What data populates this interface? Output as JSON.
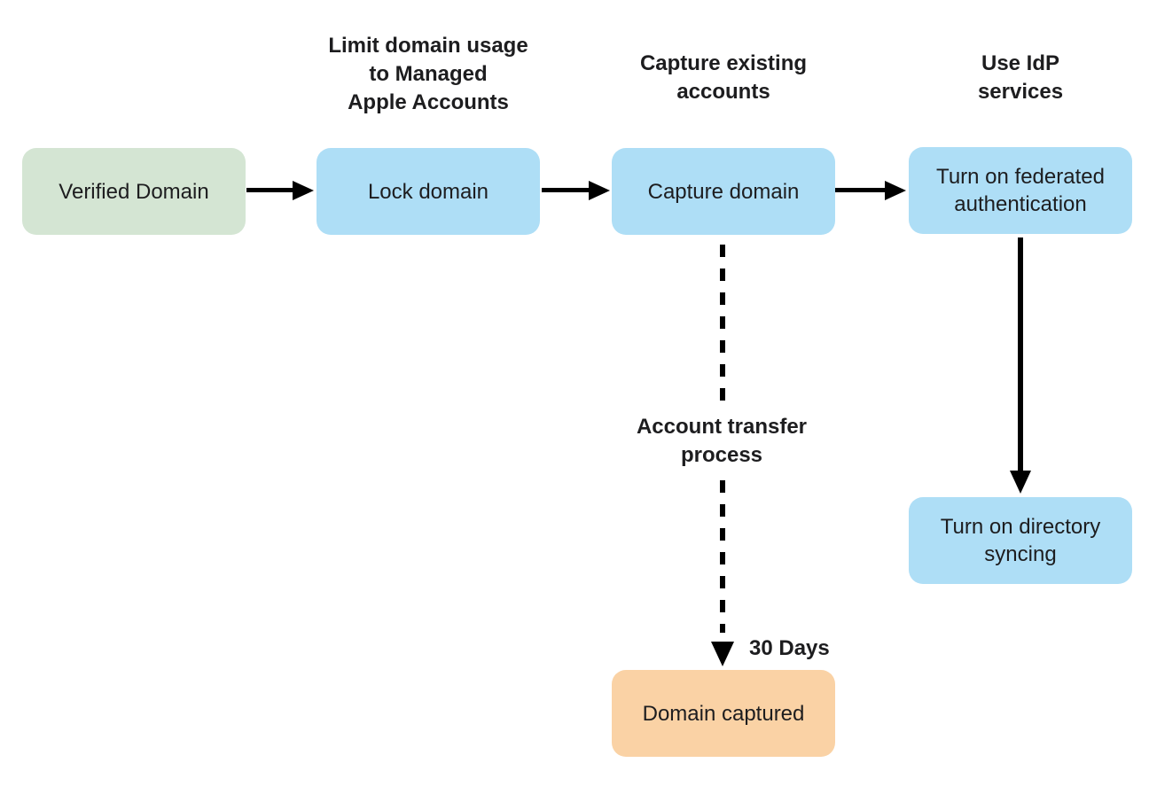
{
  "diagram": {
    "title": "Domain capture and federated authentication flow",
    "nodes": {
      "verified_domain": "Verified Domain",
      "lock_domain": "Lock domain",
      "capture_domain": "Capture domain",
      "federated_auth": "Turn on federated\nauthentication",
      "directory_syncing": "Turn on directory\nsyncing",
      "domain_captured": "Domain captured"
    },
    "annotations": {
      "limit_domain_usage": "Limit domain usage\nto Managed\nApple Accounts",
      "capture_existing": "Capture existing\naccounts",
      "use_idp": "Use IdP\nservices",
      "account_transfer": "Account transfer\nprocess",
      "thirty_days": "30 Days"
    },
    "colors": {
      "node_green": "#d4e5d3",
      "node_blue": "#aedef6",
      "node_orange": "#fad2a5",
      "text": "#1d1d1f",
      "arrow": "#000000",
      "background": "#ffffff"
    }
  }
}
